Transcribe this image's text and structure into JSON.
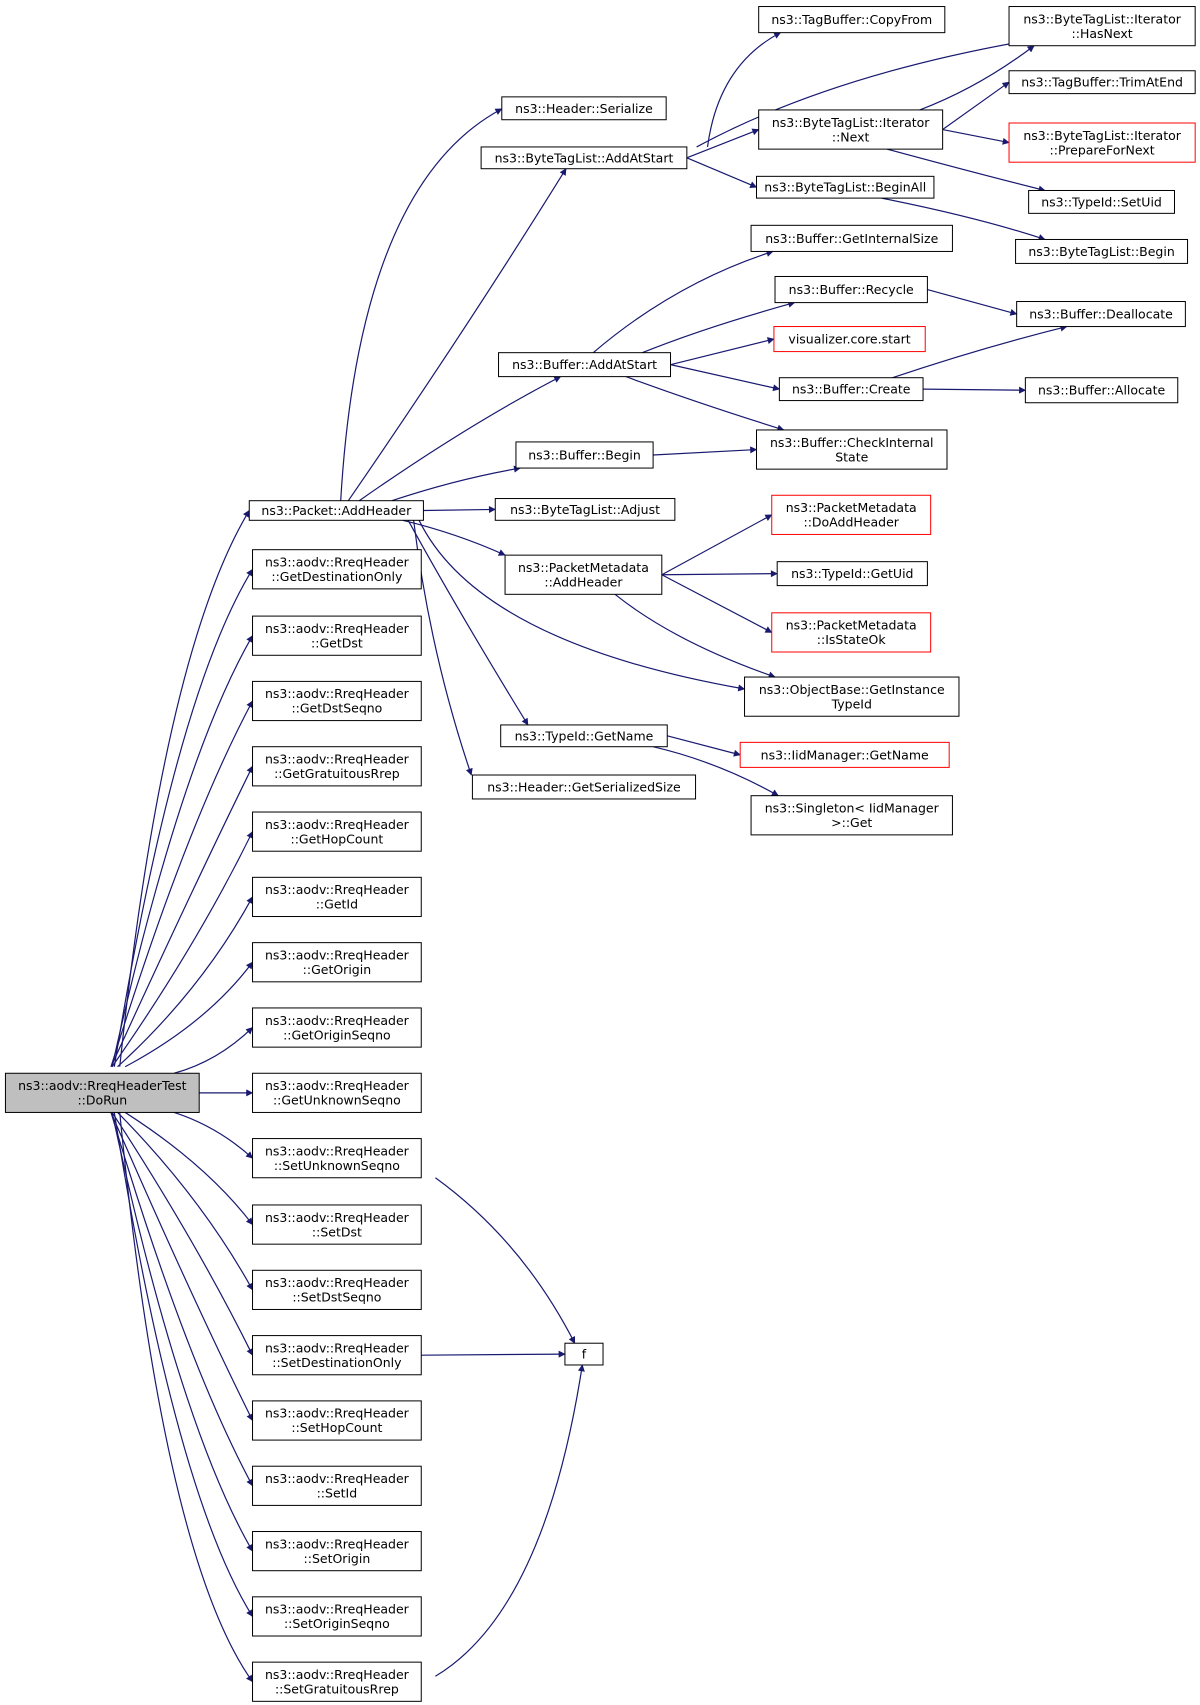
{
  "colors": {
    "edge": "#191970",
    "node_border": "#000000",
    "truncated_border": "#ff0000",
    "root_fill": "#bfbfbf",
    "node_fill": "#ffffff",
    "background": "#ffffff"
  },
  "nodes": [
    {
      "id": "dorun",
      "lines": [
        "ns3::aodv::RreqHeaderTest",
        "::DoRun"
      ],
      "style": "root"
    },
    {
      "id": "addheader",
      "lines": [
        "ns3::Packet::AddHeader"
      ],
      "style": "normal"
    },
    {
      "id": "getdestonly",
      "lines": [
        "ns3::aodv::RreqHeader",
        "::GetDestinationOnly"
      ],
      "style": "normal"
    },
    {
      "id": "getdst",
      "lines": [
        "ns3::aodv::RreqHeader",
        "::GetDst"
      ],
      "style": "normal"
    },
    {
      "id": "getdstseqno",
      "lines": [
        "ns3::aodv::RreqHeader",
        "::GetDstSeqno"
      ],
      "style": "normal"
    },
    {
      "id": "getgratuitous",
      "lines": [
        "ns3::aodv::RreqHeader",
        "::GetGratuitousRrep"
      ],
      "style": "normal"
    },
    {
      "id": "gethopcount",
      "lines": [
        "ns3::aodv::RreqHeader",
        "::GetHopCount"
      ],
      "style": "normal"
    },
    {
      "id": "getid",
      "lines": [
        "ns3::aodv::RreqHeader",
        "::GetId"
      ],
      "style": "normal"
    },
    {
      "id": "getorigin",
      "lines": [
        "ns3::aodv::RreqHeader",
        "::GetOrigin"
      ],
      "style": "normal"
    },
    {
      "id": "getoriginseqno",
      "lines": [
        "ns3::aodv::RreqHeader",
        "::GetOriginSeqno"
      ],
      "style": "normal"
    },
    {
      "id": "getunknown",
      "lines": [
        "ns3::aodv::RreqHeader",
        "::GetUnknownSeqno"
      ],
      "style": "normal"
    },
    {
      "id": "setunknown",
      "lines": [
        "ns3::aodv::RreqHeader",
        "::SetUnknownSeqno"
      ],
      "style": "normal"
    },
    {
      "id": "setdst",
      "lines": [
        "ns3::aodv::RreqHeader",
        "::SetDst"
      ],
      "style": "normal"
    },
    {
      "id": "setdstseqno",
      "lines": [
        "ns3::aodv::RreqHeader",
        "::SetDstSeqno"
      ],
      "style": "normal"
    },
    {
      "id": "setdestonly",
      "lines": [
        "ns3::aodv::RreqHeader",
        "::SetDestinationOnly"
      ],
      "style": "normal"
    },
    {
      "id": "sethopcount",
      "lines": [
        "ns3::aodv::RreqHeader",
        "::SetHopCount"
      ],
      "style": "normal"
    },
    {
      "id": "setid",
      "lines": [
        "ns3::aodv::RreqHeader",
        "::SetId"
      ],
      "style": "normal"
    },
    {
      "id": "setorigin",
      "lines": [
        "ns3::aodv::RreqHeader",
        "::SetOrigin"
      ],
      "style": "normal"
    },
    {
      "id": "setoriginseqno",
      "lines": [
        "ns3::aodv::RreqHeader",
        "::SetOriginSeqno"
      ],
      "style": "normal"
    },
    {
      "id": "setgratuitous",
      "lines": [
        "ns3::aodv::RreqHeader",
        "::SetGratuitousRrep"
      ],
      "style": "normal"
    },
    {
      "id": "f",
      "lines": [
        "f"
      ],
      "style": "normal"
    },
    {
      "id": "hdrserialize",
      "lines": [
        "ns3::Header::Serialize"
      ],
      "style": "normal"
    },
    {
      "id": "btl_addatstart",
      "lines": [
        "ns3::ByteTagList::AddAtStart"
      ],
      "style": "normal"
    },
    {
      "id": "buf_addatstart",
      "lines": [
        "ns3::Buffer::AddAtStart"
      ],
      "style": "normal"
    },
    {
      "id": "buf_begin",
      "lines": [
        "ns3::Buffer::Begin"
      ],
      "style": "normal"
    },
    {
      "id": "btl_adjust",
      "lines": [
        "ns3::ByteTagList::Adjust"
      ],
      "style": "normal"
    },
    {
      "id": "pm_addheader",
      "lines": [
        "ns3::PacketMetadata",
        "::AddHeader"
      ],
      "style": "normal"
    },
    {
      "id": "typeid_getname",
      "lines": [
        "ns3::TypeId::GetName"
      ],
      "style": "normal"
    },
    {
      "id": "hdr_getsersize",
      "lines": [
        "ns3::Header::GetSerializedSize"
      ],
      "style": "normal"
    },
    {
      "id": "tagbuf_copyfrom",
      "lines": [
        "ns3::TagBuffer::CopyFrom"
      ],
      "style": "normal"
    },
    {
      "id": "btli_next",
      "lines": [
        "ns3::ByteTagList::Iterator",
        "::Next"
      ],
      "style": "normal"
    },
    {
      "id": "btl_beginall",
      "lines": [
        "ns3::ByteTagList::BeginAll"
      ],
      "style": "normal"
    },
    {
      "id": "buf_getinternalsize",
      "lines": [
        "ns3::Buffer::GetInternalSize"
      ],
      "style": "normal"
    },
    {
      "id": "buf_recycle",
      "lines": [
        "ns3::Buffer::Recycle"
      ],
      "style": "normal"
    },
    {
      "id": "viz_start",
      "lines": [
        "visualizer.core.start"
      ],
      "style": "truncated"
    },
    {
      "id": "buf_create",
      "lines": [
        "ns3::Buffer::Create"
      ],
      "style": "normal"
    },
    {
      "id": "buf_checkinternal",
      "lines": [
        "ns3::Buffer::CheckInternal",
        "State"
      ],
      "style": "normal"
    },
    {
      "id": "pm_doaddheader",
      "lines": [
        "ns3::PacketMetadata",
        "::DoAddHeader"
      ],
      "style": "truncated"
    },
    {
      "id": "typeid_getuid",
      "lines": [
        "ns3::TypeId::GetUid"
      ],
      "style": "normal"
    },
    {
      "id": "pm_isstateok",
      "lines": [
        "ns3::PacketMetadata",
        "::IsStateOk"
      ],
      "style": "truncated"
    },
    {
      "id": "objbase_getinst",
      "lines": [
        "ns3::ObjectBase::GetInstance",
        "TypeId"
      ],
      "style": "normal"
    },
    {
      "id": "iid_getname",
      "lines": [
        "ns3::IidManager::GetName"
      ],
      "style": "truncated"
    },
    {
      "id": "singleton_get",
      "lines": [
        "ns3::Singleton< IidManager",
        " >::Get"
      ],
      "style": "normal"
    },
    {
      "id": "btli_hasnext",
      "lines": [
        "ns3::ByteTagList::Iterator",
        "::HasNext"
      ],
      "style": "normal"
    },
    {
      "id": "tagbuf_trimatend",
      "lines": [
        "ns3::TagBuffer::TrimAtEnd"
      ],
      "style": "normal"
    },
    {
      "id": "btli_prepare",
      "lines": [
        "ns3::ByteTagList::Iterator",
        "::PrepareForNext"
      ],
      "style": "truncated"
    },
    {
      "id": "typeid_setuid",
      "lines": [
        "ns3::TypeId::SetUid"
      ],
      "style": "normal"
    },
    {
      "id": "btl_begin",
      "lines": [
        "ns3::ByteTagList::Begin"
      ],
      "style": "normal"
    },
    {
      "id": "buf_deallocate",
      "lines": [
        "ns3::Buffer::Deallocate"
      ],
      "style": "normal"
    },
    {
      "id": "buf_allocate",
      "lines": [
        "ns3::Buffer::Allocate"
      ],
      "style": "normal"
    }
  ]
}
